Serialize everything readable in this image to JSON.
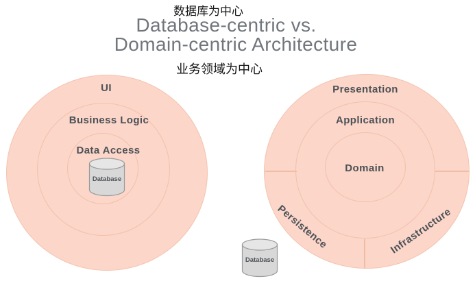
{
  "header": {
    "subtitle_top": "数据库为中心",
    "title_line1": "Database-centric vs.",
    "title_line2": "Domain-centric Architecture",
    "subtitle_bottom": "业务领域为中心"
  },
  "left_diagram": {
    "name": "database-centric architecture",
    "rings": [
      {
        "label": "UI"
      },
      {
        "label": "Business Logic"
      },
      {
        "label": "Data Access"
      }
    ],
    "database_label": "Database",
    "database_position": "center of circles"
  },
  "right_diagram": {
    "name": "domain-centric architecture",
    "rings": [
      {
        "label": "Presentation"
      },
      {
        "label": "Application"
      },
      {
        "label": "Domain"
      }
    ],
    "sectors": [
      {
        "label": "Persistence"
      },
      {
        "label": "Infrastructure"
      }
    ],
    "database_label": "Database",
    "database_position": "outside bottom-left of circles"
  },
  "colors": {
    "ring_fill": "#fbd6c9",
    "ring_stroke": "#f3c1ab",
    "label_text": "#4d5156",
    "title_text": "#71767c",
    "subtitle_text": "#161616",
    "cylinder_fill": "#d8d8d8",
    "cylinder_top_fill": "#e6e6e6",
    "cylinder_stroke": "#9a9a9a"
  }
}
